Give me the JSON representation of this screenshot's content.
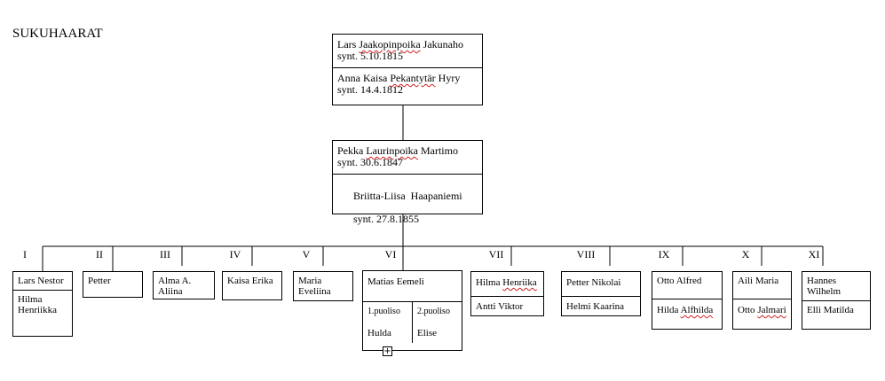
{
  "title": "SUKUHAARAT",
  "root_couple": {
    "line1": "Lars ",
    "line1_sq": "Jaakopinpoika",
    "line1_end": " Jakunaho",
    "line2": "synt. 5.10.1815",
    "line3": "Anna Kaisa ",
    "line3_sq": "Pekantytär",
    "line3_end": " Hyry",
    "line4": "synt. 14.4.1812"
  },
  "second_couple": {
    "line1": "Pekka ",
    "line1_sq": "Laurinpoika",
    "line1_end": " Martimo",
    "line2": "synt. 30.6.1847",
    "line3": "Briitta-Liisa  Haapaniemi",
    "line4": "synt. 27.8.1855"
  },
  "branches": [
    {
      "numeral": "I",
      "child": "Lars Nestor",
      "spouse": "Hilma Henriikka"
    },
    {
      "numeral": "II",
      "child": "Petter",
      "spouse": ""
    },
    {
      "numeral": "III",
      "child": "Alma A. Aliina",
      "spouse": ""
    },
    {
      "numeral": "IV",
      "child": "Kaisa Erika",
      "spouse": ""
    },
    {
      "numeral": "V",
      "child": "Maria Eveliina",
      "spouse": ""
    },
    {
      "numeral": "VI",
      "child": "Matias Eemeli",
      "spouse_1_label": "1.puoliso",
      "spouse_1": "Hulda",
      "spouse_2_label": "2.puoliso",
      "spouse_2": "Elise"
    },
    {
      "numeral": "VII",
      "child": "Hilma ",
      "child_sq": "Henriika",
      "spouse": "Antti Viktor"
    },
    {
      "numeral": "VIII",
      "child": "Petter Nikolai",
      "spouse": "Helmi Kaarina"
    },
    {
      "numeral": "IX",
      "child": "Otto Alfred",
      "spouse": "Hilda ",
      "spouse_sq": "Alfhilda"
    },
    {
      "numeral": "X",
      "child": "Aili Maria",
      "spouse": "Otto ",
      "spouse_sq": "Jalmari"
    },
    {
      "numeral": "XI",
      "child": "Hannes Wilhelm",
      "spouse": "Elli Matilda"
    }
  ],
  "icons": {
    "expander": "plus-box-icon"
  }
}
